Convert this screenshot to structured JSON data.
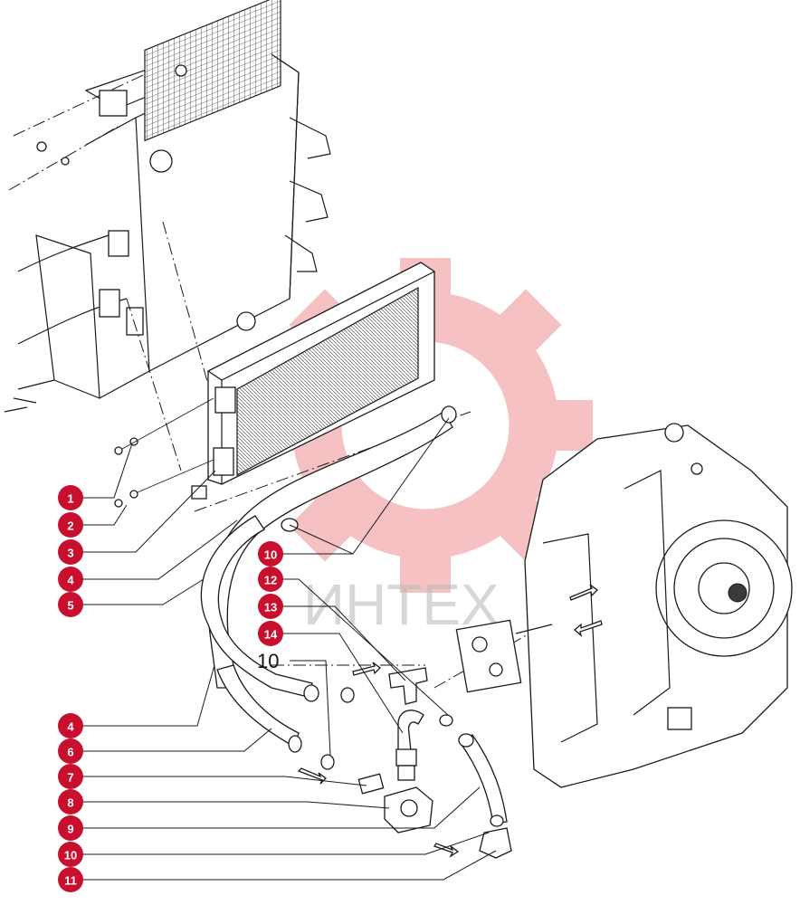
{
  "watermark": {
    "text": "ИНТЕХ",
    "gear_color": "#e0262b"
  },
  "callout_color": "#c8102e",
  "callouts": [
    {
      "label": "1"
    },
    {
      "label": "2"
    },
    {
      "label": "3"
    },
    {
      "label": "4"
    },
    {
      "label": "5"
    },
    {
      "label": "10"
    },
    {
      "label": "12"
    },
    {
      "label": "13"
    },
    {
      "label": "14"
    },
    {
      "label": "4"
    },
    {
      "label": "6"
    },
    {
      "label": "7"
    },
    {
      "label": "8"
    },
    {
      "label": "9"
    },
    {
      "label": "10"
    },
    {
      "label": "11"
    }
  ],
  "plain_label": "10"
}
